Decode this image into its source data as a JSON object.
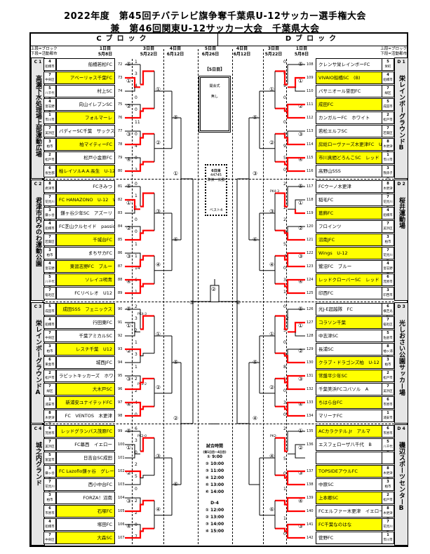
{
  "title": {
    "line1": "2022年度　第45回チバテレビ旗争奪千葉県U-12サッカー選手権大会",
    "line2": "兼　第46回関東U-12サッカー大会　千葉県大会"
  },
  "blocks": {
    "c_label": "Cブロック",
    "d_label": "Dブロック"
  },
  "legend": {
    "left_top": "上段=ブロック",
    "left_bottom": "下段=活動都市",
    "right_top": "上段=ブロック",
    "right_bottom": "下段=活動都市"
  },
  "columns": [
    {
      "day": "1日目",
      "date": "5月8日"
    },
    {
      "day": "3日目",
      "date": "5月22日"
    },
    {
      "day": "4日目",
      "date": "6月12日"
    },
    {
      "day": "5日目",
      "date": "6月26日"
    },
    {
      "day": "4日目",
      "date": "6月12日"
    },
    {
      "day": "3日目",
      "date": "5月22日"
    },
    {
      "day": "1日目",
      "date": "5月8日"
    }
  ],
  "center": {
    "bracket_title": "【5日目】",
    "ceremony": "開会式",
    "ceremony_note": "無し",
    "day6_title": "6日目",
    "day6_value": "44745",
    "day6_note": "準決・決勝",
    "best4": "ベスト4",
    "schedule_title": "試合時間",
    "schedule_sub": "(第1日目〜4日目)",
    "times": [
      "① 9:00",
      "② 10:00",
      "③ 11:00",
      "④ 12:00",
      "⑤ 13:00",
      "⑥ 14:00"
    ],
    "d4_title": "D-4",
    "d4_times": [
      "① 12:00",
      "② 13:00",
      "③ 14:00",
      "④ 15:00"
    ],
    "final_circle": "②",
    "c_final_circle": "⑤",
    "d_final_circle": "⑥"
  },
  "groups_left": [
    {
      "id": "C",
      "num": "1",
      "venue": "高瀬下水処理場上部運動広場",
      "teams": [
        {
          "no": "72",
          "name": "船橋若松FC",
          "rank": "4",
          "city": "船橋市",
          "win": false
        },
        {
          "no": "73",
          "name": "アベーリャス千葉FC",
          "rank": "7",
          "city": "中央区",
          "win": true
        },
        {
          "no": "74",
          "name": "村上SC",
          "rank": "5",
          "city": "八千代市",
          "win": false
        },
        {
          "no": "75",
          "name": "向山イレブンSC",
          "rank": "4",
          "city": "習志野市",
          "win": false
        },
        {
          "no": "76",
          "name": "フォルマーレ",
          "rank": "1",
          "city": "市川市",
          "win": true
        },
        {
          "no": "77",
          "name": "バディーSC千葉　サックス",
          "rank": "7",
          "city": "美浜区",
          "win": false
        },
        {
          "no": "78",
          "name": "柏マイティーFC",
          "rank": "3",
          "city": "柏市",
          "win": true
        },
        {
          "no": "79",
          "name": "松戸小金原FC",
          "rank": "2",
          "city": "松戸市",
          "win": false
        },
        {
          "no": "80",
          "name": "柏レイソルA.A.長生　U-12",
          "rank": "6",
          "city": "長生郡",
          "win": true
        }
      ],
      "scores": [
        "1",
        "3",
        "4",
        "0",
        "0",
        "11",
        "0",
        "4",
        "0",
        "3"
      ],
      "circles": [
        "⑤",
        "①",
        "②",
        "③",
        "④",
        "①",
        "②",
        "⑤",
        "①"
      ]
    },
    {
      "id": "C",
      "num": "2",
      "venue": "君津市内みのわ運動公園",
      "teams": [
        {
          "no": "81",
          "name": "FCきみつ",
          "rank": "8",
          "city": "君津市",
          "win": false
        },
        {
          "no": "82",
          "name": "FC HANAZONO　U-12　W",
          "rank": "7",
          "city": "花見川区",
          "win": true
        },
        {
          "no": "83",
          "name": "鎌ヶ谷少年SC　アズーリ",
          "rank": "3",
          "city": "鎌ヶ谷市",
          "win": false
        },
        {
          "no": "84",
          "name": "FC芝山クルセイド　passion",
          "rank": "4",
          "city": "船橋市",
          "win": false
        },
        {
          "no": "85",
          "name": "千城台FC",
          "rank": "7",
          "city": "若葉区",
          "win": true
        },
        {
          "no": "86",
          "name": "まちサカFC",
          "rank": "3",
          "city": "柏市",
          "win": false
        },
        {
          "no": "87",
          "name": "東習志野FC　ブルー",
          "rank": "4",
          "city": "習志野市",
          "win": true
        },
        {
          "no": "88",
          "name": "ソレイユ明青",
          "rank": "5",
          "city": "八千代市",
          "win": true
        },
        {
          "no": "89",
          "name": "FCリベレオ　U12",
          "rank": "7",
          "city": "稲毛区",
          "win": false
        }
      ],
      "scores": [
        "0",
        "1",
        "1",
        "0",
        "0",
        "1",
        "1",
        "14",
        "6",
        "1"
      ],
      "circles": [
        "⑤",
        "①",
        "②",
        "③",
        "④",
        "③",
        "④",
        "⑥"
      ]
    },
    {
      "id": "C",
      "num": "3",
      "venue": "栄レインボーグラウンドA",
      "teams": [
        {
          "no": "90",
          "name": "成田SSS　フェニックス",
          "rank": "5",
          "city": "成田市",
          "win": true
        },
        {
          "no": "91",
          "name": "行田東FC",
          "rank": "4",
          "city": "船橋市",
          "win": false
        },
        {
          "no": "92",
          "name": "千葉アミカルSC",
          "rank": "7",
          "city": "中央区",
          "win": false
        },
        {
          "no": "93",
          "name": "レスチ千葉　U12",
          "rank": "3",
          "city": "柏市",
          "win": true
        },
        {
          "no": "94",
          "name": "城西JFC",
          "rank": "6",
          "city": "東金市",
          "win": false
        },
        {
          "no": "95",
          "name": "ラビットキッカーズ　ホワイト",
          "rank": "2",
          "city": "松戸市",
          "win": false
        },
        {
          "no": "96",
          "name": "大木戸SC",
          "rank": "7",
          "city": "緑区",
          "win": true
        },
        {
          "no": "97",
          "name": "新浦安ユナイテッドFC",
          "rank": "1",
          "city": "浦安市",
          "win": true
        },
        {
          "no": "98",
          "name": "FC　VENTOS　木更津",
          "rank": "8",
          "city": "木更津市",
          "win": false
        }
      ],
      "scores": [
        "2",
        "3",
        "2",
        "1",
        "3",
        "1",
        "2",
        "2",
        "4",
        "0"
      ],
      "pks": [
        "PK4-3",
        "PK3-2"
      ],
      "circles": [
        "⑤",
        "①",
        "②",
        "③",
        "④",
        "①",
        "②",
        "⑤",
        "②"
      ]
    },
    {
      "id": "C",
      "num": "4",
      "venue": "城之内グランド",
      "teams": [
        {
          "no": "99",
          "name": "レッドグランパス茂原FC",
          "rank": "6",
          "city": "茂原市",
          "win": true
        },
        {
          "no": "100",
          "name": "FC幕西　イエロー",
          "rank": "7",
          "city": "美浜区",
          "win": false
        },
        {
          "no": "101",
          "name": "日吉台SC成田",
          "rank": "5",
          "city": "富里市",
          "win": false
        },
        {
          "no": "102",
          "name": "FC Lazofio鎌ヶ谷　グレー",
          "rank": "3",
          "city": "鎌ヶ谷市",
          "win": true
        },
        {
          "no": "103",
          "name": "西小中台FC",
          "rank": "7",
          "city": "花見川区",
          "win": false
        },
        {
          "no": "104",
          "name": "FORZA！沼南",
          "rank": "3",
          "city": "柏市",
          "win": false
        },
        {
          "no": "105",
          "name": "石塚FC",
          "rank": "6",
          "city": "市原市",
          "win": true
        },
        {
          "no": "106",
          "name": "塚田FC",
          "rank": "4",
          "city": "船橋市",
          "win": false
        },
        {
          "no": "107",
          "name": "大森SC",
          "rank": "7",
          "city": "中央区",
          "win": true
        }
      ],
      "scores": [
        "6",
        "3",
        "0",
        "2",
        "5",
        "0",
        "2",
        "2",
        "0",
        "7"
      ],
      "pks": [
        "PK2-0"
      ],
      "circles": [
        "⑤",
        "①",
        "②",
        "③",
        "④",
        "③",
        "④",
        "⑥"
      ]
    }
  ],
  "groups_right": [
    {
      "id": "D",
      "num": "1",
      "venue": "栄レインボーグラウンドB",
      "teams": [
        {
          "no": "108",
          "name": "クレンサ栄レインボーFC",
          "rank": "5",
          "city": "栄町",
          "win": false
        },
        {
          "no": "109",
          "name": "VIVAIO船橋SC　(B)",
          "rank": "4",
          "city": "船橋市",
          "win": true
        },
        {
          "no": "110",
          "name": "バサニオール誉田FC",
          "rank": "7",
          "city": "緑区",
          "win": false
        },
        {
          "no": "111",
          "name": "成田FC",
          "rank": "5",
          "city": "成田市",
          "win": true
        },
        {
          "no": "112",
          "name": "カンガルーFC　ホワイト",
          "rank": "2",
          "city": "松戸市",
          "win": false
        },
        {
          "no": "113",
          "name": "若松エルフSC",
          "rank": "7",
          "city": "若葉区",
          "win": false
        },
        {
          "no": "114",
          "name": "房総ローヴァーズ木更津FC　U-12",
          "rank": "8",
          "city": "木更津市",
          "win": true
        },
        {
          "no": "115",
          "name": "市川真間どろんこSC　レッド",
          "rank": "1",
          "city": "市川市",
          "win": true
        },
        {
          "no": "116",
          "name": "高野山SSS",
          "rank": "3",
          "city": "我孫子市",
          "win": false
        }
      ],
      "scores": [
        "0",
        "9",
        "9",
        "0",
        "5",
        "0",
        "0",
        "9",
        "5",
        "0"
      ],
      "circles": [
        "⑤",
        "①",
        "②",
        "③",
        "④",
        "①",
        "②",
        "⑤",
        "③"
      ]
    },
    {
      "id": "D",
      "num": "2",
      "venue": "桜井運動場",
      "teams": [
        {
          "no": "117",
          "name": "FCウーノ木更津",
          "rank": "8",
          "city": "木更津市",
          "win": false
        },
        {
          "no": "118",
          "name": "稲毛FC",
          "rank": "7",
          "city": "花見川区",
          "win": false
        },
        {
          "no": "119",
          "name": "葛飾FC",
          "rank": "4",
          "city": "船橋市",
          "win": true
        },
        {
          "no": "120",
          "name": "フロインツ",
          "rank": "7",
          "city": "美浜区",
          "win": false
        },
        {
          "no": "121",
          "name": "沼南JFC",
          "rank": "3",
          "city": "柏市",
          "win": true
        },
        {
          "no": "122",
          "name": "Wings　U-12",
          "rank": "7",
          "city": "花見川区",
          "win": true
        },
        {
          "no": "123",
          "name": "鷺沼FC　ブルー",
          "rank": "4",
          "city": "習志野市",
          "win": false
        },
        {
          "no": "124",
          "name": "レッドクローバーSC　レッド",
          "rank": "6",
          "city": "茂原市",
          "win": true
        },
        {
          "no": "125",
          "name": "印西FC",
          "rank": "3",
          "city": "印西市",
          "win": false
        }
      ],
      "scores": [
        "2",
        "1",
        "2",
        "2",
        "0",
        "5",
        "#",
        "0",
        "3",
        "1"
      ],
      "pks": [
        "PK4-3"
      ],
      "circles": [
        "⑤",
        "①",
        "②",
        "③",
        "④",
        "③",
        "④",
        "⑥"
      ]
    },
    {
      "id": "D",
      "num": "3",
      "venue": "光しおさい公園サッカー場",
      "teams": [
        {
          "no": "126",
          "name": "光J-E超越隊　FC",
          "rank": "6",
          "city": "横芝光町",
          "win": false
        },
        {
          "no": "127",
          "name": "コラソン千葉",
          "rank": "7",
          "city": "稲毛区",
          "win": true
        },
        {
          "no": "128",
          "name": "中志津SC",
          "rank": "5",
          "city": "佐倉市",
          "win": false
        },
        {
          "no": "129",
          "name": "長浦SC",
          "rank": "8",
          "city": "袖ヶ浦市",
          "win": false
        },
        {
          "no": "130",
          "name": "クラブ・ドラゴンズ柏　U-12",
          "rank": "3",
          "city": "柏市",
          "win": true
        },
        {
          "no": "131",
          "name": "常盤平少年SC",
          "rank": "2",
          "city": "松戸市",
          "win": true
        },
        {
          "no": "132",
          "name": "千葉美浜FCコバソル　A",
          "rank": "7",
          "city": "美浜区",
          "win": false
        },
        {
          "no": "133",
          "name": "ちはら台FC",
          "rank": "6",
          "city": "市原市",
          "win": true
        },
        {
          "no": "134",
          "name": "マリーナFC",
          "rank": "1",
          "city": "浦安市",
          "win": false
        }
      ],
      "scores": [
        "0",
        "12",
        "5",
        "0",
        "0",
        "8",
        "1",
        "0",
        "3",
        "0"
      ],
      "circles": [
        "⑤",
        "①",
        "②",
        "③",
        "④",
        "①",
        "②",
        "⑤",
        "④"
      ]
    },
    {
      "id": "D",
      "num": "4",
      "venue": "磯辺スポーツセンターB",
      "teams": [
        {
          "no": "135",
          "name": "ACカラクテル.Jr　アルマ",
          "rank": "6",
          "city": "市原市",
          "win": true
        },
        {
          "no": "136",
          "name": "エスフェローザ八千代　B",
          "rank": "5",
          "city": "八千代市",
          "win": false
        },
        {
          "no": "",
          "name": "",
          "rank": "",
          "city": "",
          "win": false
        },
        {
          "no": "137",
          "name": "TOPSIDEアウルFC",
          "rank": "8",
          "city": "木更津市",
          "win": true
        },
        {
          "no": "138",
          "name": "中原SC",
          "rank": "3",
          "city": "柏市",
          "win": false
        },
        {
          "no": "139",
          "name": "上本郷SC",
          "rank": "2",
          "city": "松戸市",
          "win": true
        },
        {
          "no": "140",
          "name": "FCエルファー木更津　イエロー",
          "rank": "8",
          "city": "木更津市",
          "win": false
        },
        {
          "no": "141",
          "name": "FC千葉なのはな",
          "rank": "7",
          "city": "花見川区",
          "win": true
        },
        {
          "no": "142",
          "name": "菅野FC",
          "rank": "1",
          "city": "市川市",
          "win": false
        }
      ],
      "scores": [
        "2",
        "1",
        "5",
        "0",
        "1",
        "1",
        "1",
        "0"
      ],
      "pks": [
        "PK2-"
      ],
      "circles": [
        "①",
        "②",
        "③",
        "④",
        "③",
        "④",
        "⑥"
      ]
    }
  ]
}
